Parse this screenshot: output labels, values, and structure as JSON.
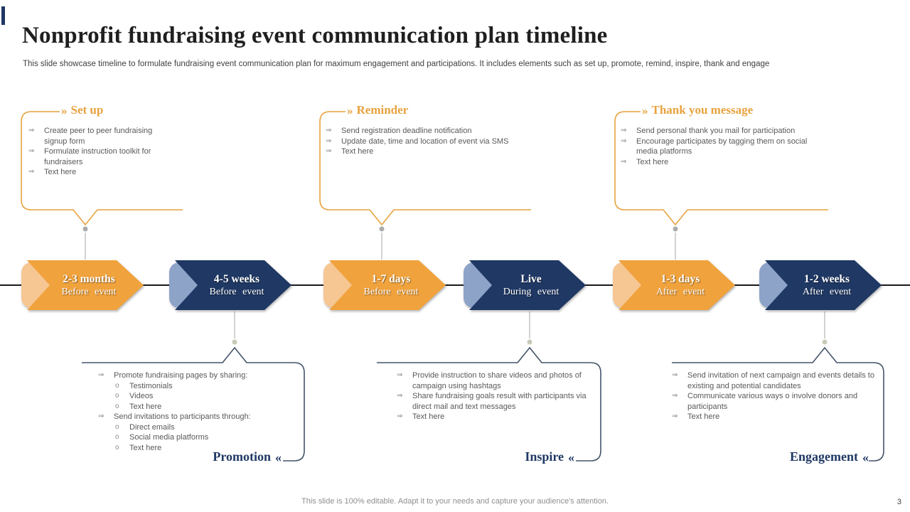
{
  "slide": {
    "title": "Nonprofit fundraising event communication plan timeline",
    "subtitle": "This slide showcase timeline to formulate fundraising event communication plan for maximum engagement and participations. It includes elements such as set up, promote, remind, inspire, thank and engage",
    "footer_note": "This slide is 100% editable. Adapt it to your needs and capture your audience's attention.",
    "page_number": "3"
  },
  "glyphs": {
    "bullet_arrow": "⇒",
    "bullet_circle": "o",
    "chevron_right": "»",
    "chevron_left": "«"
  },
  "colors": {
    "orange": "#F0A23C",
    "orange_tab": "#F6C693",
    "navy": "#1F3864",
    "navy_tab": "#8EA3C8",
    "slate_border": "#44546A",
    "body_text": "#595959",
    "connector_gray": "#ABABAB"
  },
  "top_callouts": [
    {
      "title": "Set up",
      "items": [
        "Create peer to peer fundraising signup form",
        "Formulate instruction toolkit for fundraisers",
        "Text  here"
      ]
    },
    {
      "title": "Reminder",
      "items": [
        "Send registration deadline notification",
        "Update date, time and location of event via  SMS",
        "Text  here"
      ]
    },
    {
      "title": "Thank you message",
      "items": [
        "Send personal thank you mail for participation",
        "Encourage participates by tagging them on social media platforms",
        "Text  here"
      ]
    }
  ],
  "timeline": {
    "arrows": [
      {
        "line1": "2-3 months",
        "line2": "Before event"
      },
      {
        "line1": "4-5 weeks",
        "line2": "Before event"
      },
      {
        "line1": "1-7 days",
        "line2": "Before event"
      },
      {
        "line1": "Live",
        "line2": "During event"
      },
      {
        "line1": "1-3 days",
        "line2": "After event"
      },
      {
        "line1": "1-2 weeks",
        "line2": "After event"
      }
    ]
  },
  "bottom_callouts": [
    {
      "title": "Promotion",
      "items": [
        {
          "text": "Promote fundraising pages by sharing:",
          "subs": [
            "Testimonials",
            "Videos",
            "Text  here"
          ]
        },
        {
          "text": "Send invitations to participants through:",
          "subs": [
            "Direct emails",
            "Social media platforms",
            "Text  here"
          ]
        }
      ]
    },
    {
      "title": "Inspire",
      "items": [
        {
          "text": "Provide instruction to share videos and photos of campaign using hashtags"
        },
        {
          "text": "Share fundraising goals result with participants via direct mail and text messages"
        },
        {
          "text": "Text  here"
        }
      ]
    },
    {
      "title": "Engagement",
      "items": [
        {
          "text": "Send invitation of next campaign and events details to existing and potential candidates"
        },
        {
          "text": "Communicate various ways o involve  donors and participants"
        },
        {
          "text": "Text  here"
        }
      ]
    }
  ]
}
